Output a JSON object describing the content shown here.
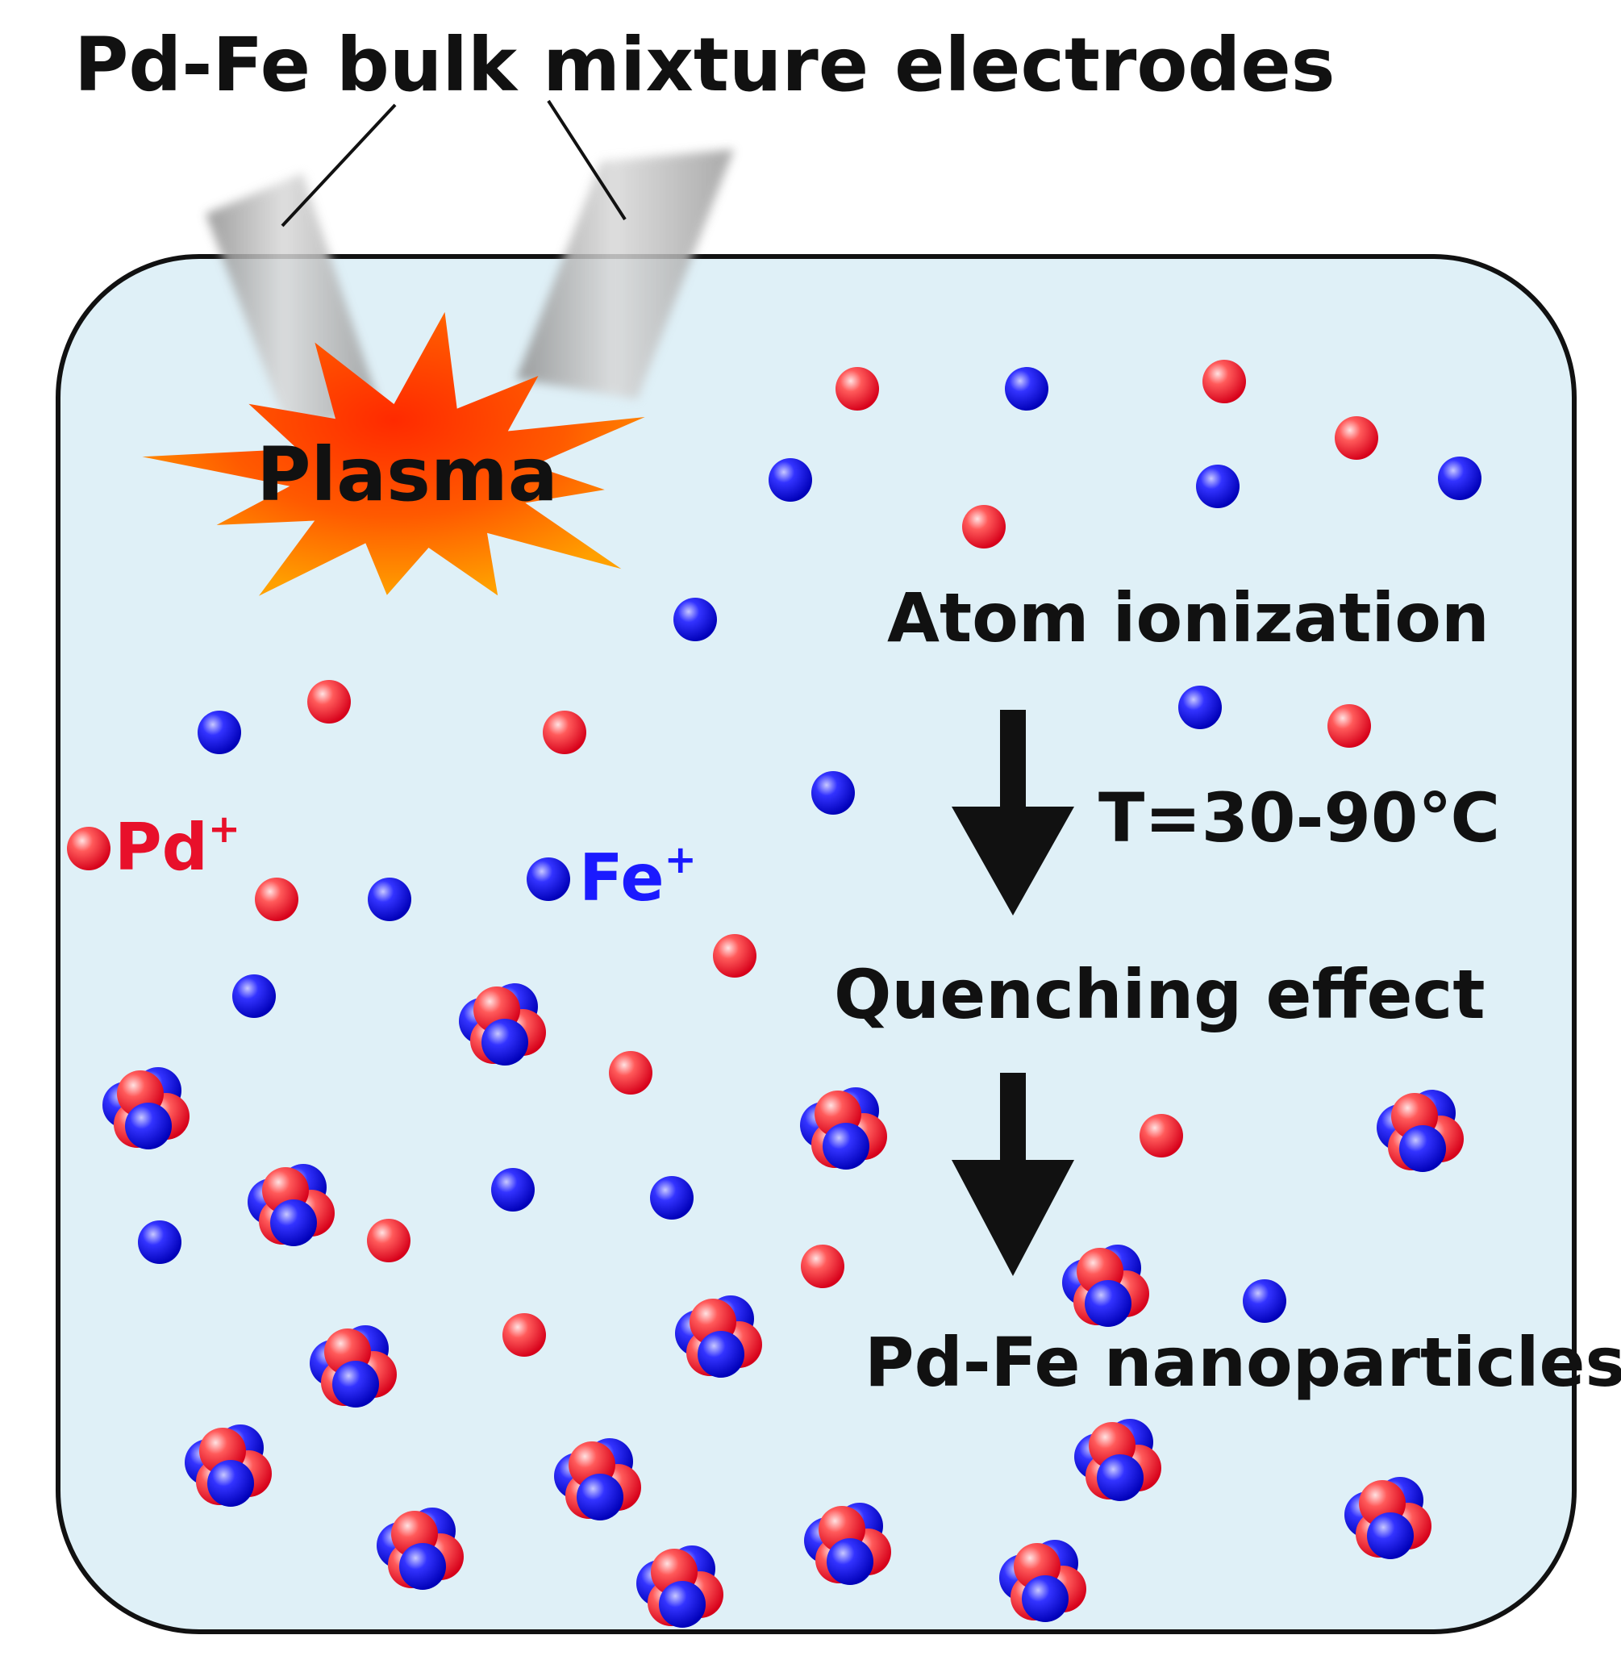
{
  "title": "Pd-Fe bulk mixture electrodes",
  "plasma_label": "Plasma",
  "legend": {
    "pd": {
      "text": "Pd",
      "sup": "+"
    },
    "fe": {
      "text": "Fe",
      "sup": "+"
    }
  },
  "steps": {
    "ionization": "Atom ionization",
    "temperature": "T=30-90℃",
    "quenching": "Quenching effect",
    "product": "Pd-Fe nanoparticles"
  },
  "colors": {
    "pd": "#e8102a",
    "fe": "#1a1aff",
    "liquid": "#dff0f7",
    "plasma_inner": "#ff1e00",
    "plasma_outer": "#ff9a00"
  }
}
